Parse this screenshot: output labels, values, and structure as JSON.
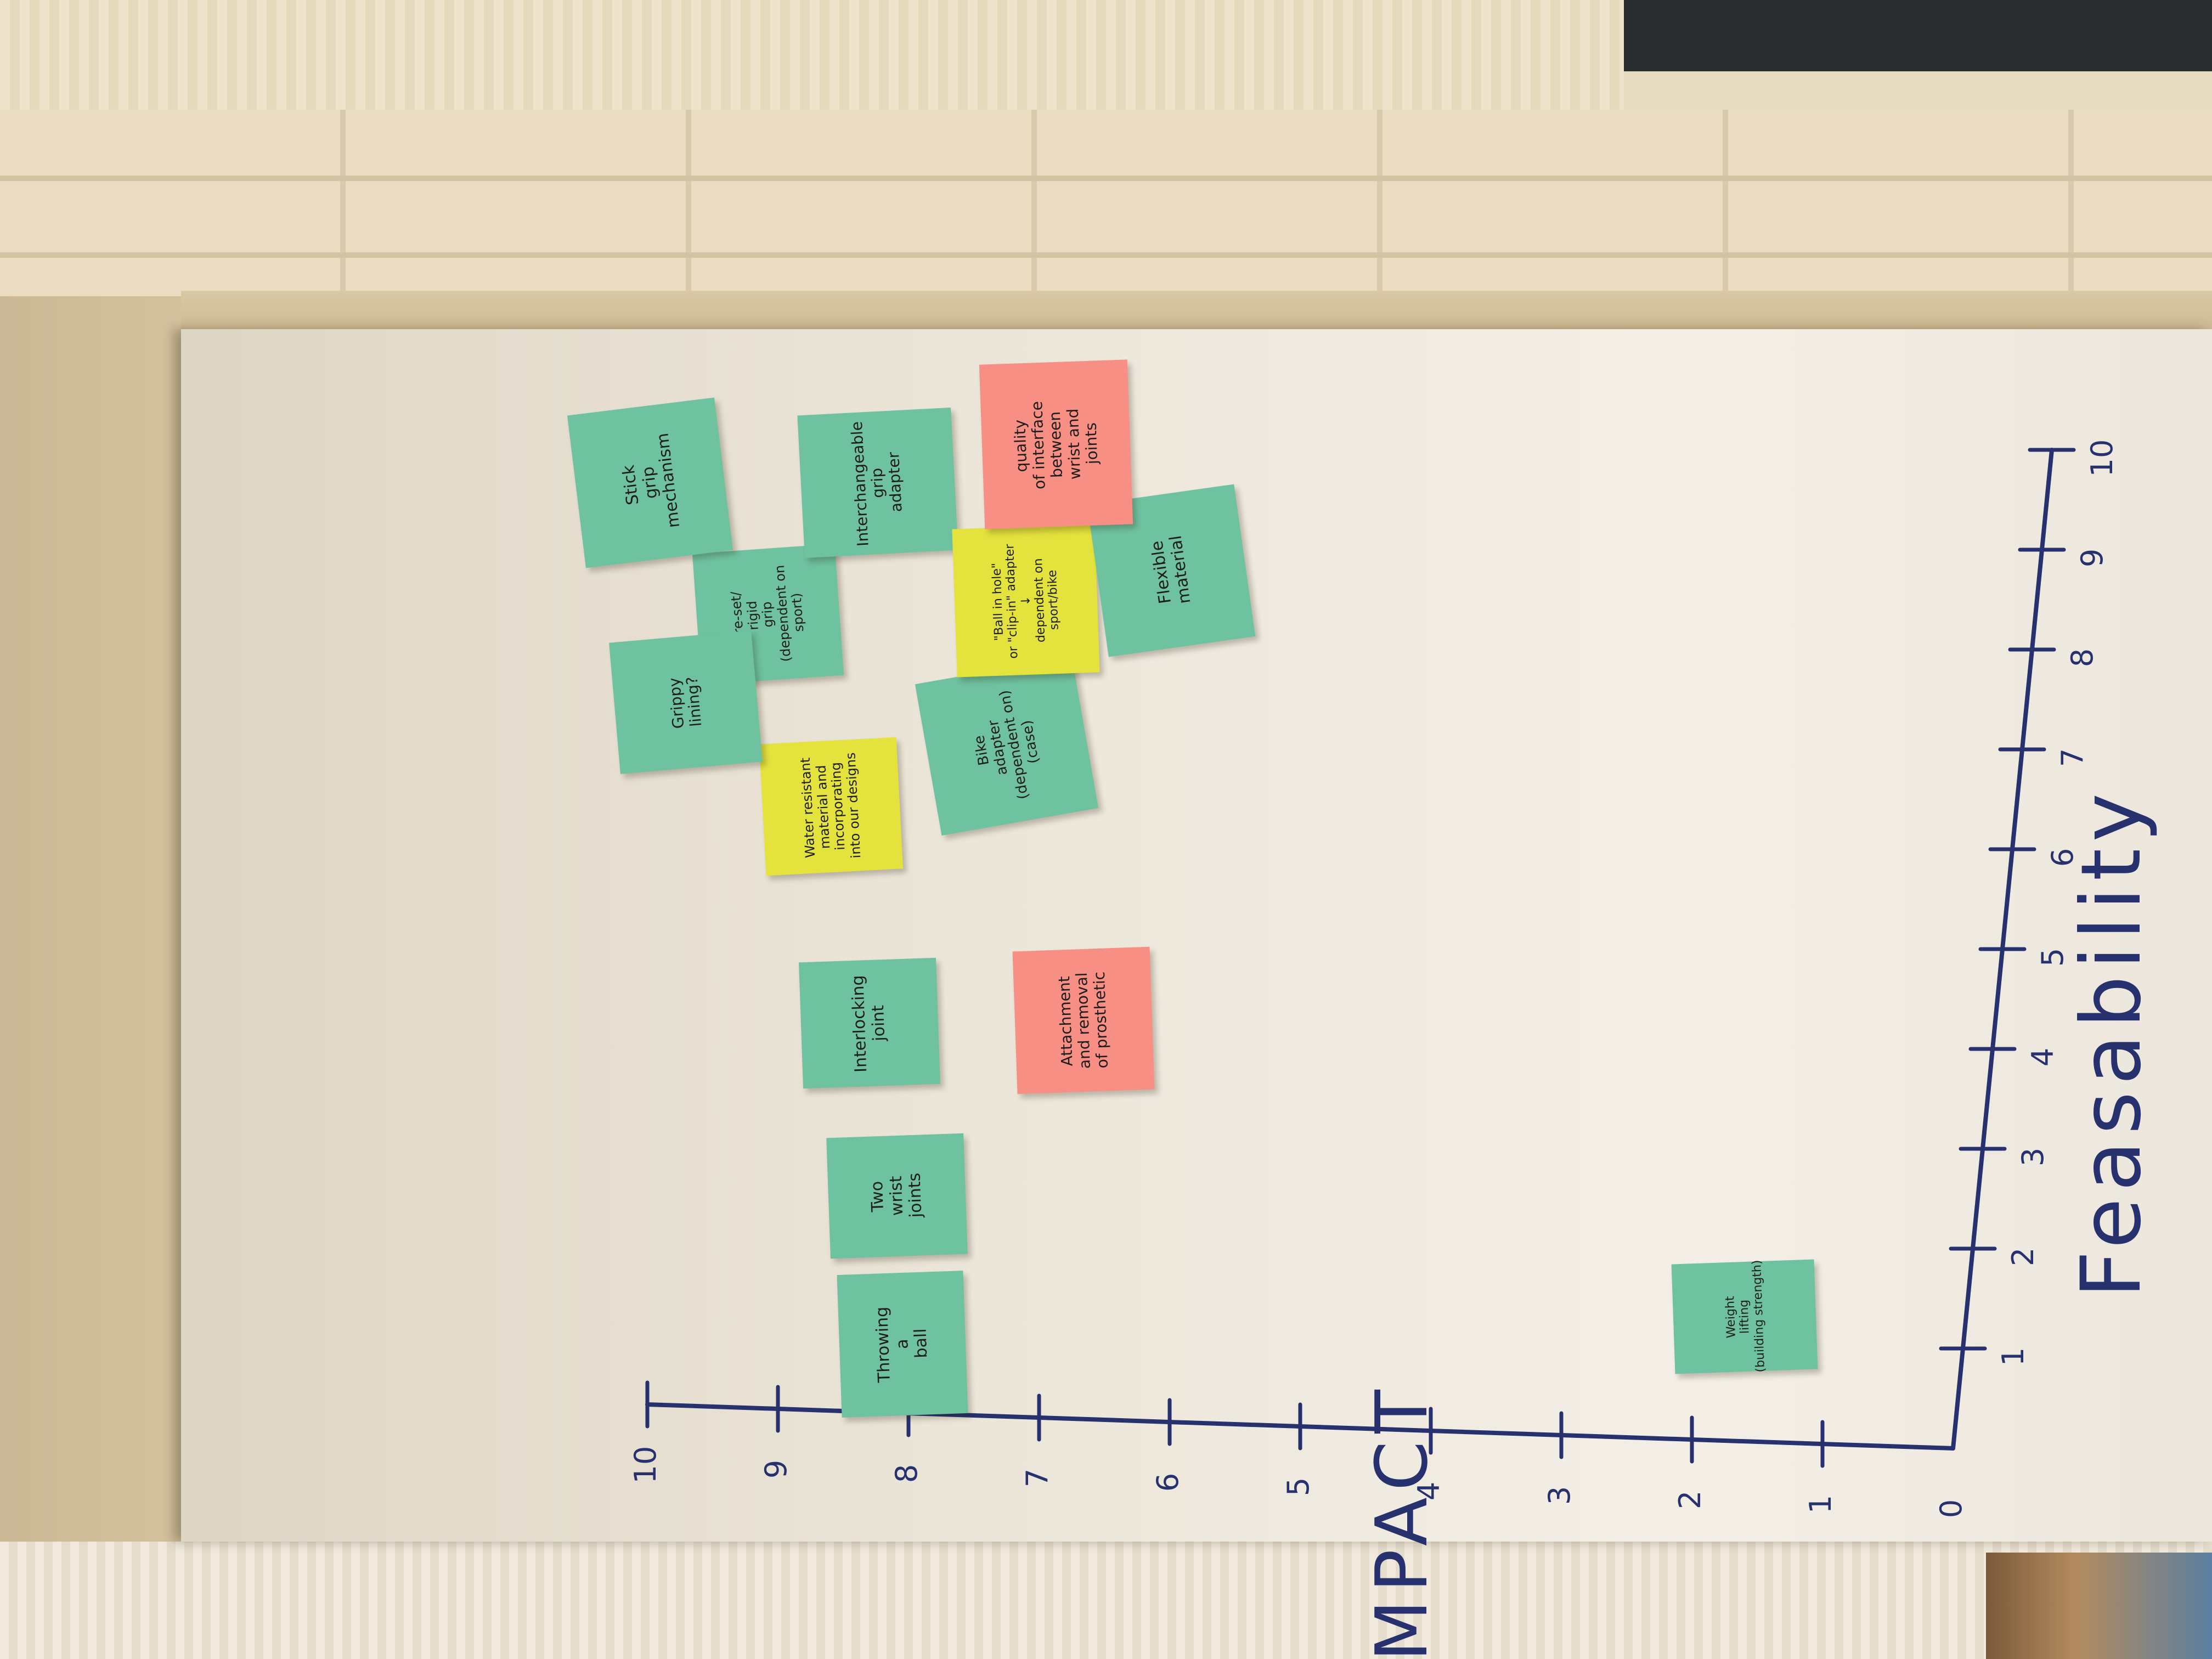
{
  "axes": {
    "y_label": "IMPACT",
    "x_label": "Feasability",
    "y_ticks": [
      "0",
      "1",
      "2",
      "3",
      "4",
      "5",
      "6",
      "7",
      "8",
      "9",
      "10"
    ],
    "x_ticks": [
      "1",
      "2",
      "3",
      "4",
      "5",
      "6",
      "7",
      "8",
      "9",
      "10"
    ]
  },
  "notes": [
    {
      "text": "Throwing\na\nball",
      "color": "#6ec2a0"
    },
    {
      "text": "Two\nwrist\njoints",
      "color": "#6ec2a0"
    },
    {
      "text": "Interlocking\njoint",
      "color": "#6ec2a0"
    },
    {
      "text": "Attachment\nand removal\nof prosthetic",
      "color": "#f88f84"
    },
    {
      "text": "Water resistant\nmaterial and\nincorporating\ninto our designs",
      "color": "#e4e23c"
    },
    {
      "text": "Grippy\nlining?",
      "color": "#6ec2a0"
    },
    {
      "text": "Pre-set/\nrigid\ngrip\n(dependent on sport)",
      "color": "#6ec2a0"
    },
    {
      "text": "Stick\ngrip\nmechanism",
      "color": "#6ec2a0"
    },
    {
      "text": "Interchangeable\ngrip\nadapter",
      "color": "#6ec2a0"
    },
    {
      "text": "Bike\nadapter\n(dependent on)\n(case)",
      "color": "#6ec2a0"
    },
    {
      "text": "\"Ball in hole\"\nor \"clip-in\" adapter\n↓\ndependent on sport/bike",
      "color": "#e4e23c"
    },
    {
      "text": "Flexible\nmaterial",
      "color": "#6ec2a0"
    },
    {
      "text": "quality\nof interface\nbetween\nwrist and\njoints",
      "color": "#f88f84"
    },
    {
      "text": "Weight\nlifting\n(building strength)",
      "color": "#6ec2a0"
    }
  ]
}
